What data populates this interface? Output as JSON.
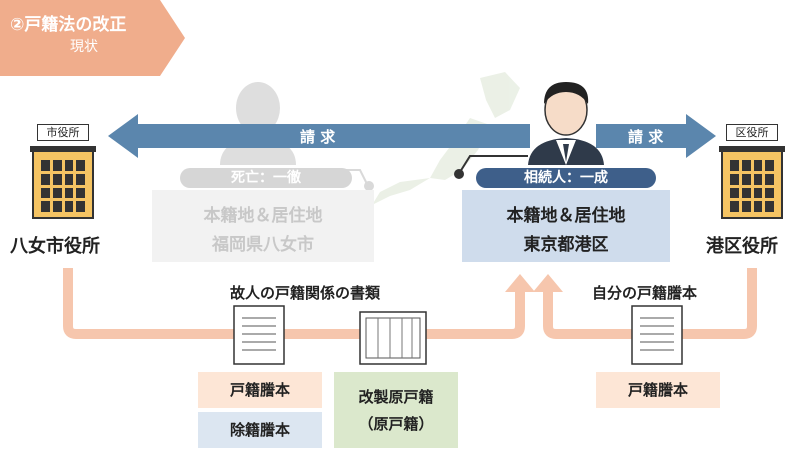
{
  "header": {
    "title": "②戸籍法の改正",
    "subtitle": "現状"
  },
  "left_office": {
    "sign": "市役所",
    "name": "八女市役所"
  },
  "right_office": {
    "sign": "区役所",
    "name": "港区役所"
  },
  "arrows": {
    "left_request": "請 求",
    "right_request": "請 求"
  },
  "deceased": {
    "pill": "死亡：一徹",
    "line1": "本籍地＆居住地",
    "line2": "福岡県八女市"
  },
  "heir": {
    "pill": "相続人：一成",
    "line1": "本籍地＆居住地",
    "line2": "東京都港区"
  },
  "docs_left": {
    "caption": "故人の戸籍関係の書類",
    "item1": "戸籍謄本",
    "item2": "除籍謄本",
    "item3_line1": "改製原戸籍",
    "item3_line2": "（原戸籍）"
  },
  "docs_right": {
    "caption": "自分の戸籍謄本",
    "item1": "戸籍謄本"
  },
  "colors": {
    "badge": "#f0ad8c",
    "arrow_blue": "#5b86ad",
    "flow_salmon": "#f6c6ad",
    "pill_dark": "#3e5f8a",
    "box_blue": "#cfdcec",
    "box_peach": "#fde6d6",
    "box_green": "#dbe8cc"
  }
}
